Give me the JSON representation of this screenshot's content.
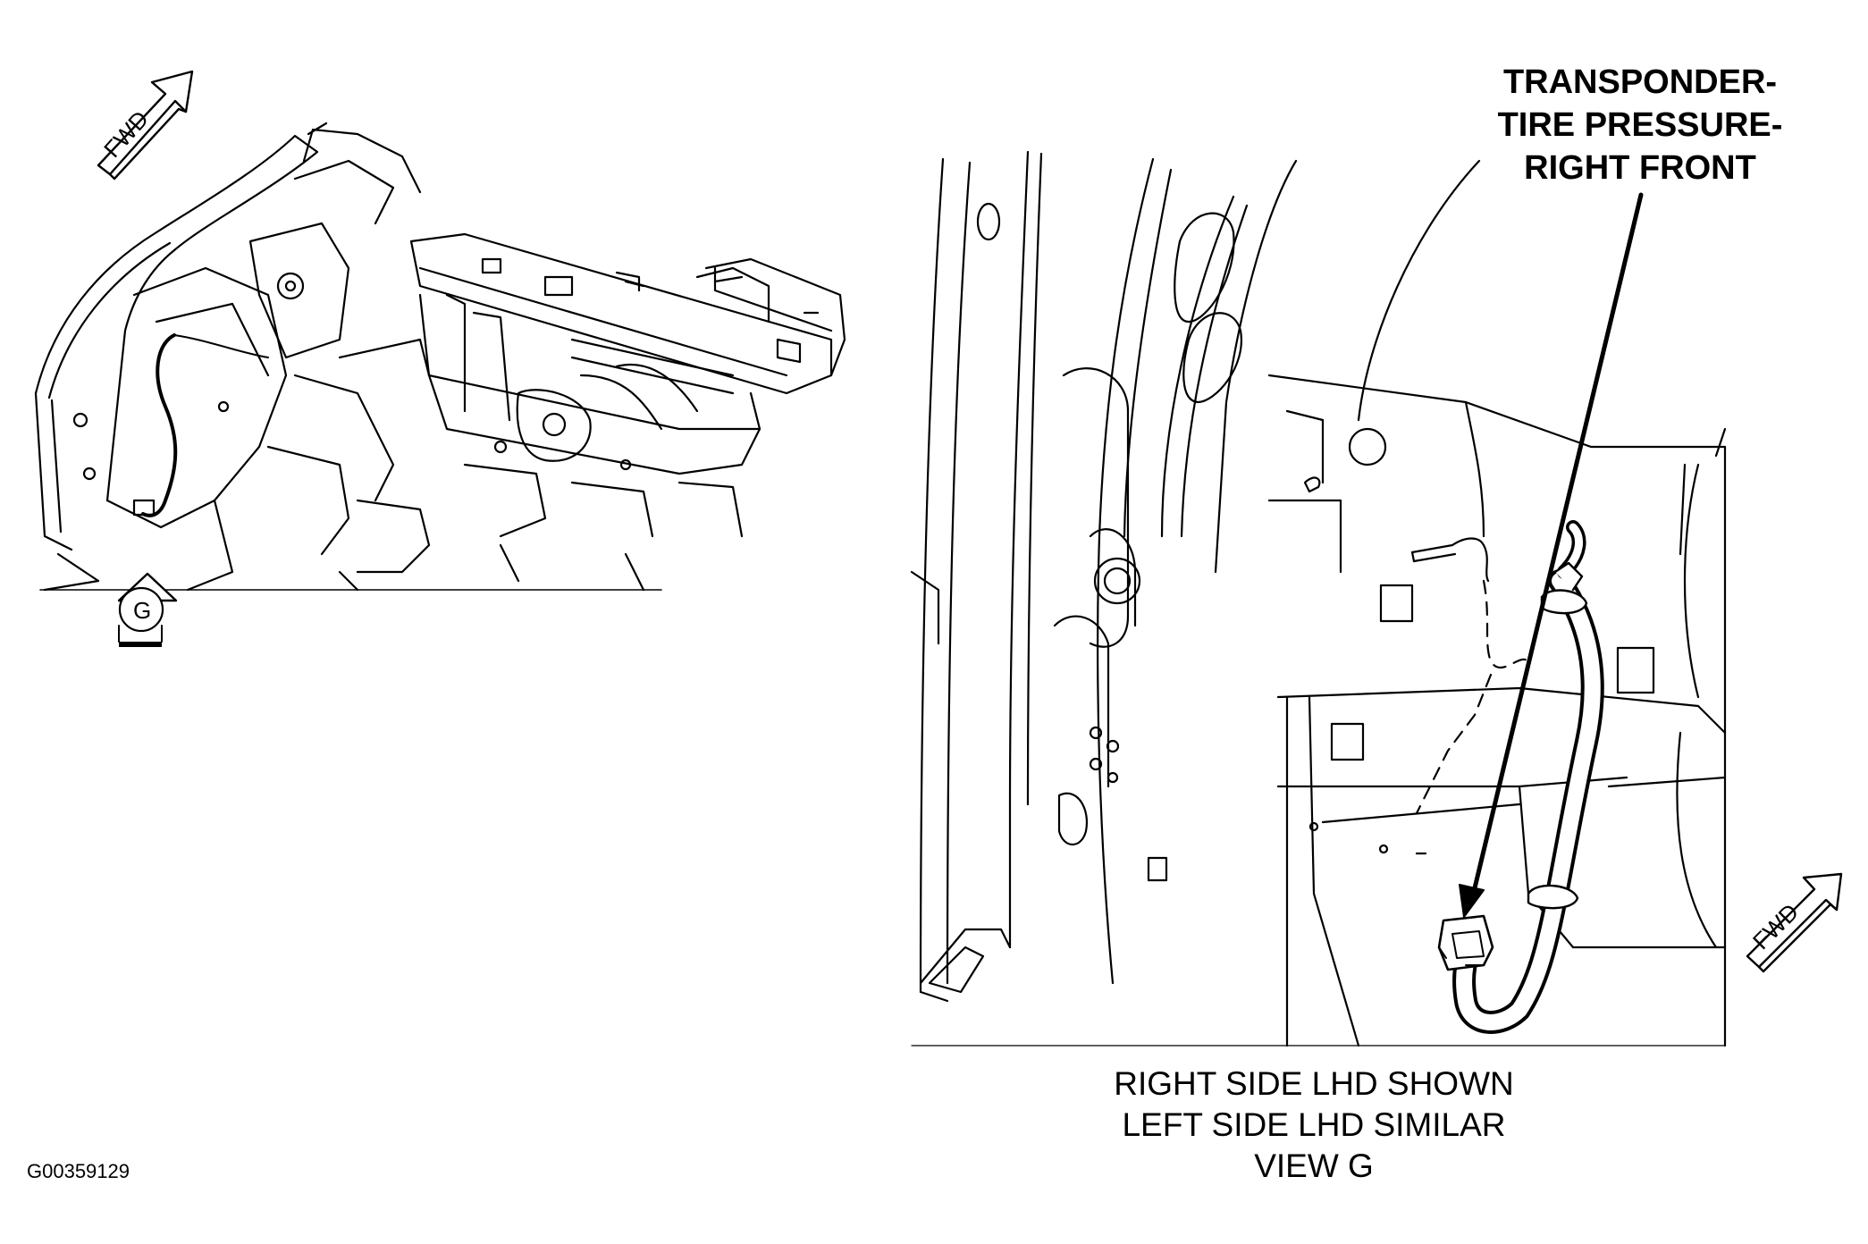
{
  "callout": {
    "line1": "TRANSPONDER-",
    "line2": "TIRE PRESSURE-",
    "line3": "RIGHT FRONT"
  },
  "caption": {
    "line1": "RIGHT SIDE LHD SHOWN",
    "line2": "LEFT SIDE LHD SIMILAR",
    "line3": "VIEW G"
  },
  "view_marker": "G",
  "fwd_label": "FWD",
  "figure_id": "G00359129"
}
